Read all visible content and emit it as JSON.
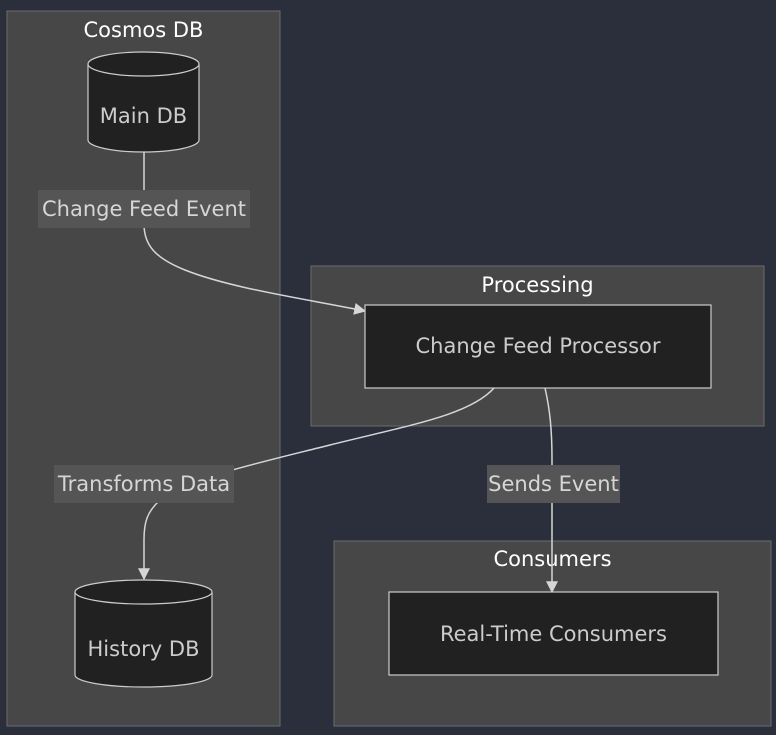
{
  "clusters": {
    "cosmos": {
      "title": "Cosmos DB"
    },
    "processing": {
      "title": "Processing"
    },
    "consumers": {
      "title": "Consumers"
    }
  },
  "nodes": {
    "main_db": {
      "label": "Main DB",
      "shape": "cylinder"
    },
    "history_db": {
      "label": "History DB",
      "shape": "cylinder"
    },
    "processor": {
      "label": "Change Feed Processor",
      "shape": "rectangle"
    },
    "realtime": {
      "label": "Real-Time Consumers",
      "shape": "rectangle"
    }
  },
  "edges": [
    {
      "from": "main_db",
      "to": "processor",
      "label": "Change Feed Event"
    },
    {
      "from": "processor",
      "to": "history_db",
      "label": "Transforms Data"
    },
    {
      "from": "processor",
      "to": "realtime",
      "label": "Sends Event"
    }
  ],
  "colors": {
    "background": "#2a2f3b",
    "cluster_fill": "#474747",
    "cluster_stroke": "#6b6b6b",
    "node_fill": "#202120",
    "node_stroke": "#cccccc",
    "edge": "#d6d6d6",
    "edge_label_bg": "#555555"
  }
}
